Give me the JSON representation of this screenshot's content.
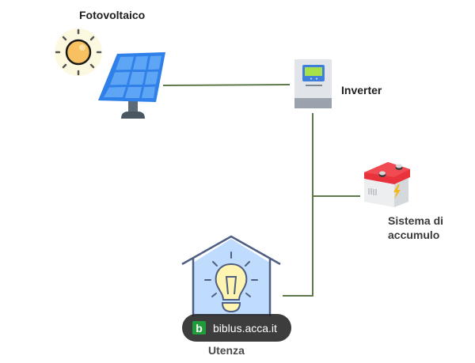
{
  "diagram": {
    "title": "Impianto fotovoltaico con sistema di accumulo",
    "nodes": [
      {
        "id": "pv",
        "label": "Fotovoltaico",
        "icon": "solar-panel-icon"
      },
      {
        "id": "inverter",
        "label": "Inverter",
        "icon": "inverter-icon"
      },
      {
        "id": "storage",
        "label_line1": "Sistema di",
        "label_line2": "accumulo",
        "icon": "battery-icon"
      },
      {
        "id": "load",
        "label": "Utenza",
        "icon": "house-lightbulb-icon"
      }
    ],
    "edges": [
      {
        "from": "pv",
        "to": "inverter"
      },
      {
        "from": "inverter",
        "to": "storage"
      },
      {
        "from": "inverter",
        "to": "load"
      }
    ],
    "colors": {
      "connector": "#5f7a4a",
      "panel": "#2f80e8",
      "sun": "#f7c061",
      "battery_top": "#e8323c",
      "house_fill": "#bfdcff",
      "bulb": "#fff4b0"
    }
  },
  "watermark": {
    "logo_letter": "b",
    "text": "biblus.acca.it",
    "logo_color": "#1f9d3b"
  }
}
